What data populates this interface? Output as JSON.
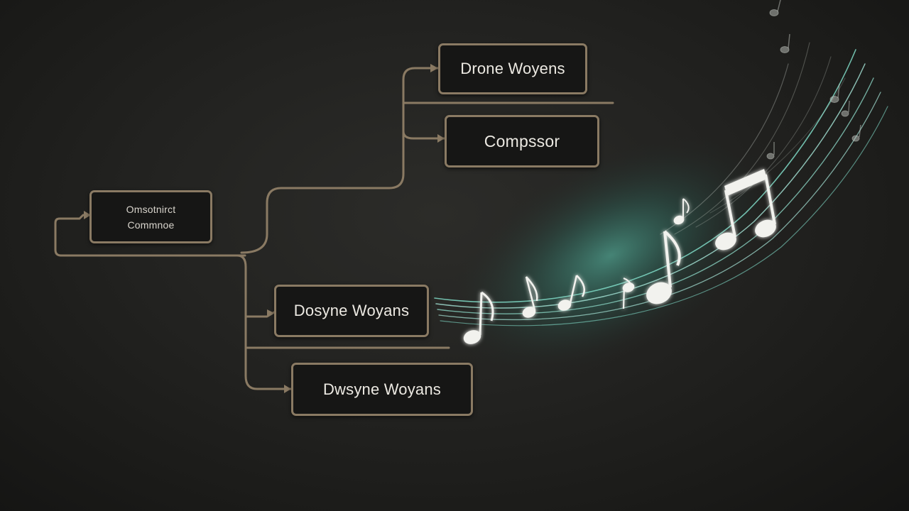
{
  "diagram": {
    "nodes": [
      {
        "id": "top",
        "label": "Drone Woyens"
      },
      {
        "id": "composer",
        "label": "Compssor"
      },
      {
        "id": "root",
        "label": "Omsotnirct\nCommnoe"
      },
      {
        "id": "mid",
        "label": "Dosyne Woyans"
      },
      {
        "id": "bottom",
        "label": "Dwsyne Woyans"
      }
    ],
    "colors": {
      "background": "#1d1d1b",
      "connector": "#8a7a63",
      "node_fill": "#161615",
      "node_text": "#ece9e2",
      "glow": "#5fd0b8",
      "note": "#f2f2ee"
    },
    "decoration": "music-staff-with-notes"
  }
}
